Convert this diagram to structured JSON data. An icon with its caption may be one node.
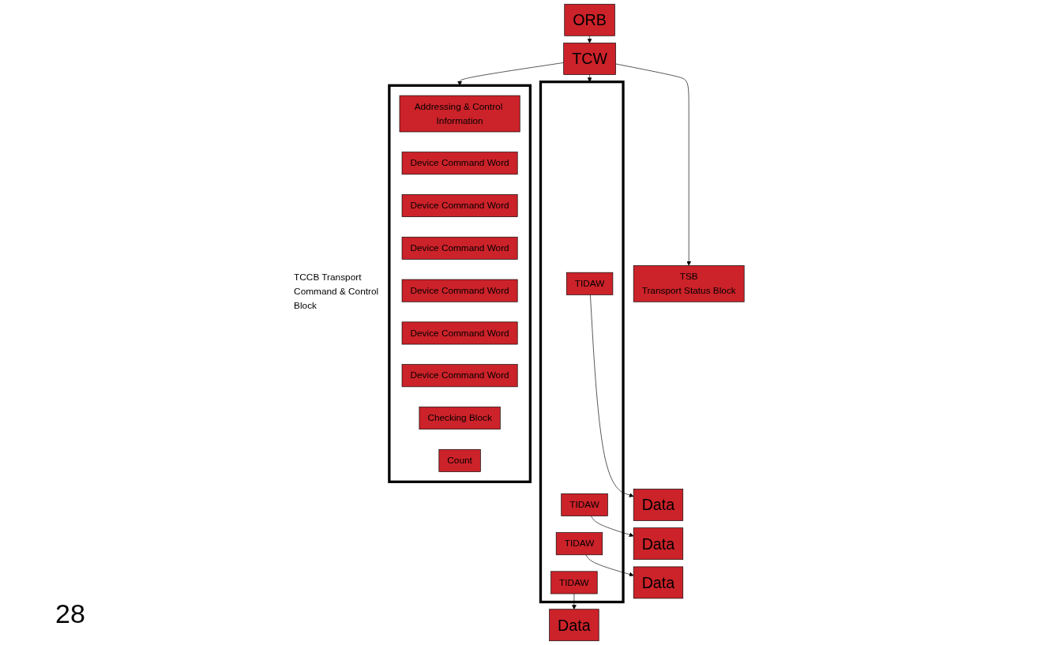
{
  "diagram": {
    "nodes": [
      {
        "text": [
          "ORB"
        ]
      },
      {
        "text": [
          "TCW"
        ]
      },
      {
        "text": [
          "TSB",
          "Transport Status Block"
        ]
      },
      {
        "text": [
          "Data"
        ]
      },
      {
        "text": [
          "Data"
        ]
      },
      {
        "text": [
          "Data"
        ]
      },
      {
        "text": [
          "Data"
        ]
      },
      {
        "text": [],
        "shape": "box"
      },
      {
        "text": [
          "TIDAW"
        ],
        "in": 7
      },
      {
        "text": [
          "TIDAW"
        ],
        "in": 7
      },
      {
        "text": [
          "TIDAW"
        ],
        "in": 7
      },
      {
        "text": [
          "TIDAW"
        ],
        "in": 7
      },
      {
        "text": [
          "TCCB",
          "Transport Command & Control Block"
        ]
      },
      {
        "text": [
          "Addressing & Control Information"
        ],
        "in": 12
      },
      {
        "text": [
          "Device Command Word"
        ],
        "in": 12
      },
      {
        "text": [
          "Device Command Word"
        ],
        "in": 12
      },
      {
        "text": [
          "Device Command Word"
        ],
        "in": 12
      },
      {
        "text": [
          "Device Command Word"
        ],
        "in": 12
      },
      {
        "text": [
          "Device Command Word"
        ],
        "in": 12
      },
      {
        "text": [
          "Device Command Word"
        ],
        "in": 12
      },
      {
        "text": [
          "Checking Block"
        ],
        "in": 12
      },
      {
        "text": [
          "Count"
        ],
        "in": 12
      }
    ],
    "edges": [
      {
        "from": 0,
        "to": 1,
        "arrow": "to"
      },
      {
        "from": 1,
        "to": 7,
        "arrow": "to"
      },
      {
        "from": 1,
        "to": 12,
        "arrow": "to"
      },
      {
        "from": 1,
        "to": 2,
        "arrow": "to"
      },
      {
        "from": 8,
        "to": 3,
        "arrow": "to"
      },
      {
        "from": 9,
        "to": 4,
        "arrow": "to"
      },
      {
        "from": 10,
        "to": 5,
        "arrow": "to"
      },
      {
        "from": 11,
        "to": 6,
        "arrow": "to"
      }
    ],
    "labels": [
      "28"
    ]
  }
}
